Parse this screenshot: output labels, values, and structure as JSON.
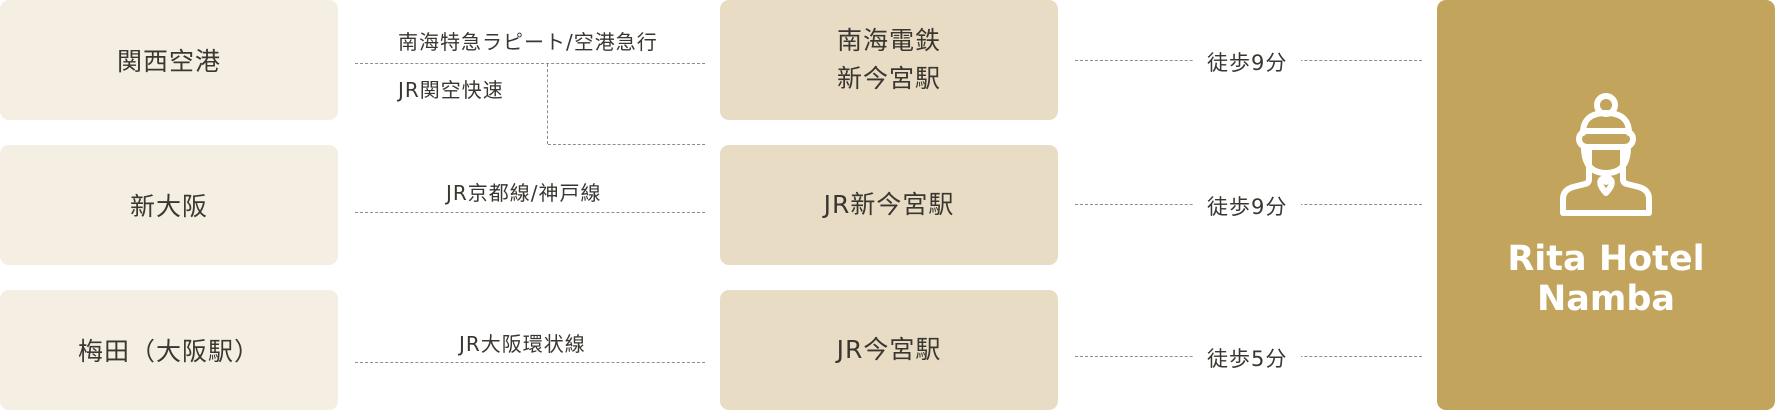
{
  "origins": [
    "関西空港",
    "新大阪",
    "梅田（大阪駅）"
  ],
  "routes": [
    "南海特急ラピート/空港急行",
    "JR関空快速",
    "JR京都線/神戸線",
    "JR大阪環状線"
  ],
  "stations": [
    {
      "line1": "南海電鉄",
      "line2": "新今宮駅"
    },
    {
      "line1": "JR新今宮駅"
    },
    {
      "line1": "JR今宮駅"
    }
  ],
  "walks": [
    "徒歩9分",
    "徒歩9分",
    "徒歩5分"
  ],
  "hotel": {
    "name_line1": "Rita Hotel",
    "name_line2": "Namba",
    "logo_icon": "buddha-icon"
  },
  "colors": {
    "origin_bg": "#f5eee2",
    "station_bg": "#e8dcc4",
    "hotel_bg": "#c2a45c",
    "text": "#3a3631",
    "line": "#8e8e8e"
  }
}
